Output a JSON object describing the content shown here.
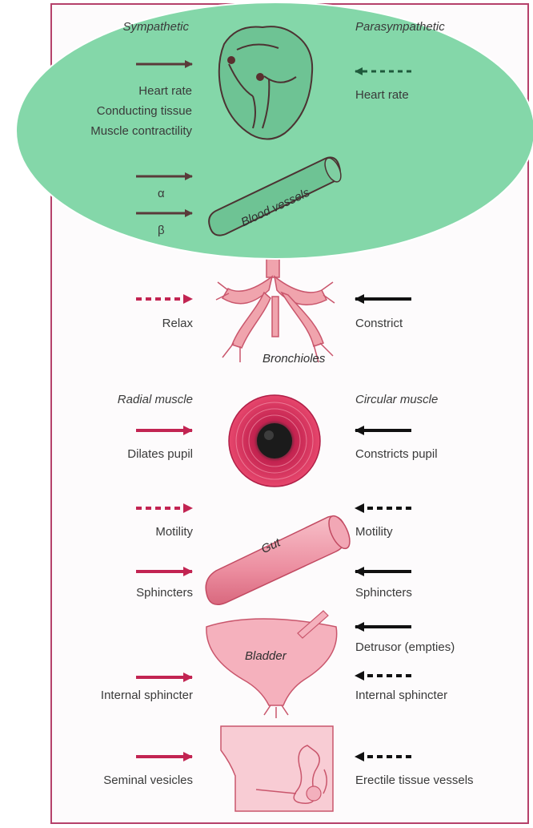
{
  "header": {
    "sympathetic": "Sympathetic",
    "parasympathetic": "Parasympathetic"
  },
  "heart": {
    "left": [
      "Heart rate",
      "Conducting tissue",
      "Muscle contractility"
    ],
    "right": [
      "Heart rate"
    ]
  },
  "vessels": {
    "alpha": "α",
    "beta": "β",
    "organ": "Blood vessels"
  },
  "bronchioles": {
    "left": "Relax",
    "right": "Constrict",
    "organ": "Bronchioles"
  },
  "eye": {
    "left_title": "Radial muscle",
    "right_title": "Circular muscle",
    "left": "Dilates pupil",
    "right": "Constricts pupil"
  },
  "gut": {
    "organ": "Gut",
    "left": [
      "Motility",
      "Sphincters"
    ],
    "right": [
      "Motility",
      "Sphincters"
    ]
  },
  "bladder": {
    "organ": "Bladder",
    "left": "Internal sphincter",
    "right": [
      "Detrusor (empties)",
      "Internal sphincter"
    ]
  },
  "reproductive": {
    "left": "Seminal vesicles",
    "right": "Erectile tissue vessels"
  },
  "colors": {
    "heart_section": "#4c3232",
    "sympathetic": "#c22452",
    "parasympathetic": "#111111",
    "overlay": "#84d7a9",
    "border": "#b5416a"
  }
}
